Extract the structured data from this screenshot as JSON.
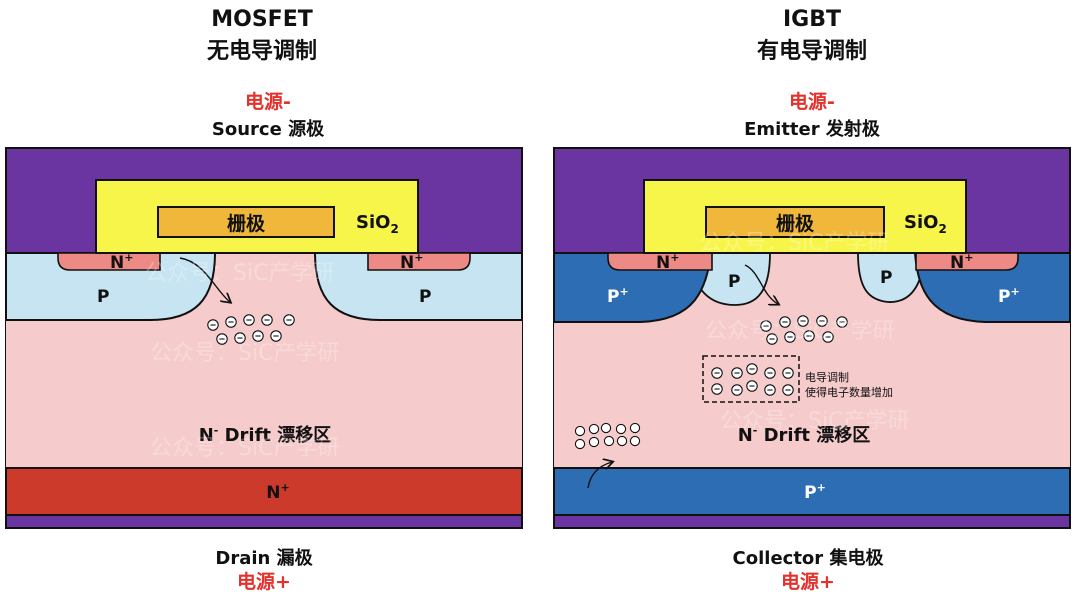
{
  "mosfet": {
    "title": "MOSFET",
    "subtitle": "无电导调制",
    "top_power": "电源-",
    "top_terminal": "Source 源极",
    "gate": "栅极",
    "oxide": "SiO",
    "oxide_sub": "2",
    "n_plus_left": "N",
    "n_plus_right": "N",
    "plus": "+",
    "p_left": "P",
    "p_right": "P",
    "drift": "N",
    "drift_sup": "-",
    "drift_rest": " Drift 漂移区",
    "substrate": "N",
    "substrate_sup": "+",
    "bottom_terminal": "Drain 漏极",
    "bottom_power": "电源+",
    "watermark": "公众号：SiC产学研"
  },
  "igbt": {
    "title": "IGBT",
    "subtitle": "有电导调制",
    "top_power": "电源-",
    "top_terminal": "Emitter 发射极",
    "gate": "栅极",
    "oxide": "SiO",
    "oxide_sub": "2",
    "n_plus_left": "N",
    "n_plus_right": "N",
    "plus": "+",
    "p_plus_left": "P",
    "p_plus_right": "P",
    "p_left": "P",
    "p_right": "P",
    "drift": "N",
    "drift_sup": "-",
    "drift_rest": " Drift 漂移区",
    "substrate": "P",
    "substrate_sup": "+",
    "modulation_note_1": "电导调制",
    "modulation_note_2": "使得电子数量增加",
    "bottom_terminal": "Collector 集电极",
    "bottom_power": "电源+",
    "watermark": "公众号：SiC产学研"
  },
  "colors": {
    "metal": "#6a35a0",
    "oxide": "#f8f54a",
    "gate": "#f1b73b",
    "n_plus_well": "#ee8a86",
    "p_body": "#c6e4f1",
    "p_plus": "#2d6db3",
    "drift": "#f5cbcb",
    "n_substrate": "#cc3a2c",
    "p_substrate": "#2d6db3",
    "power_text": "#e5302b"
  }
}
